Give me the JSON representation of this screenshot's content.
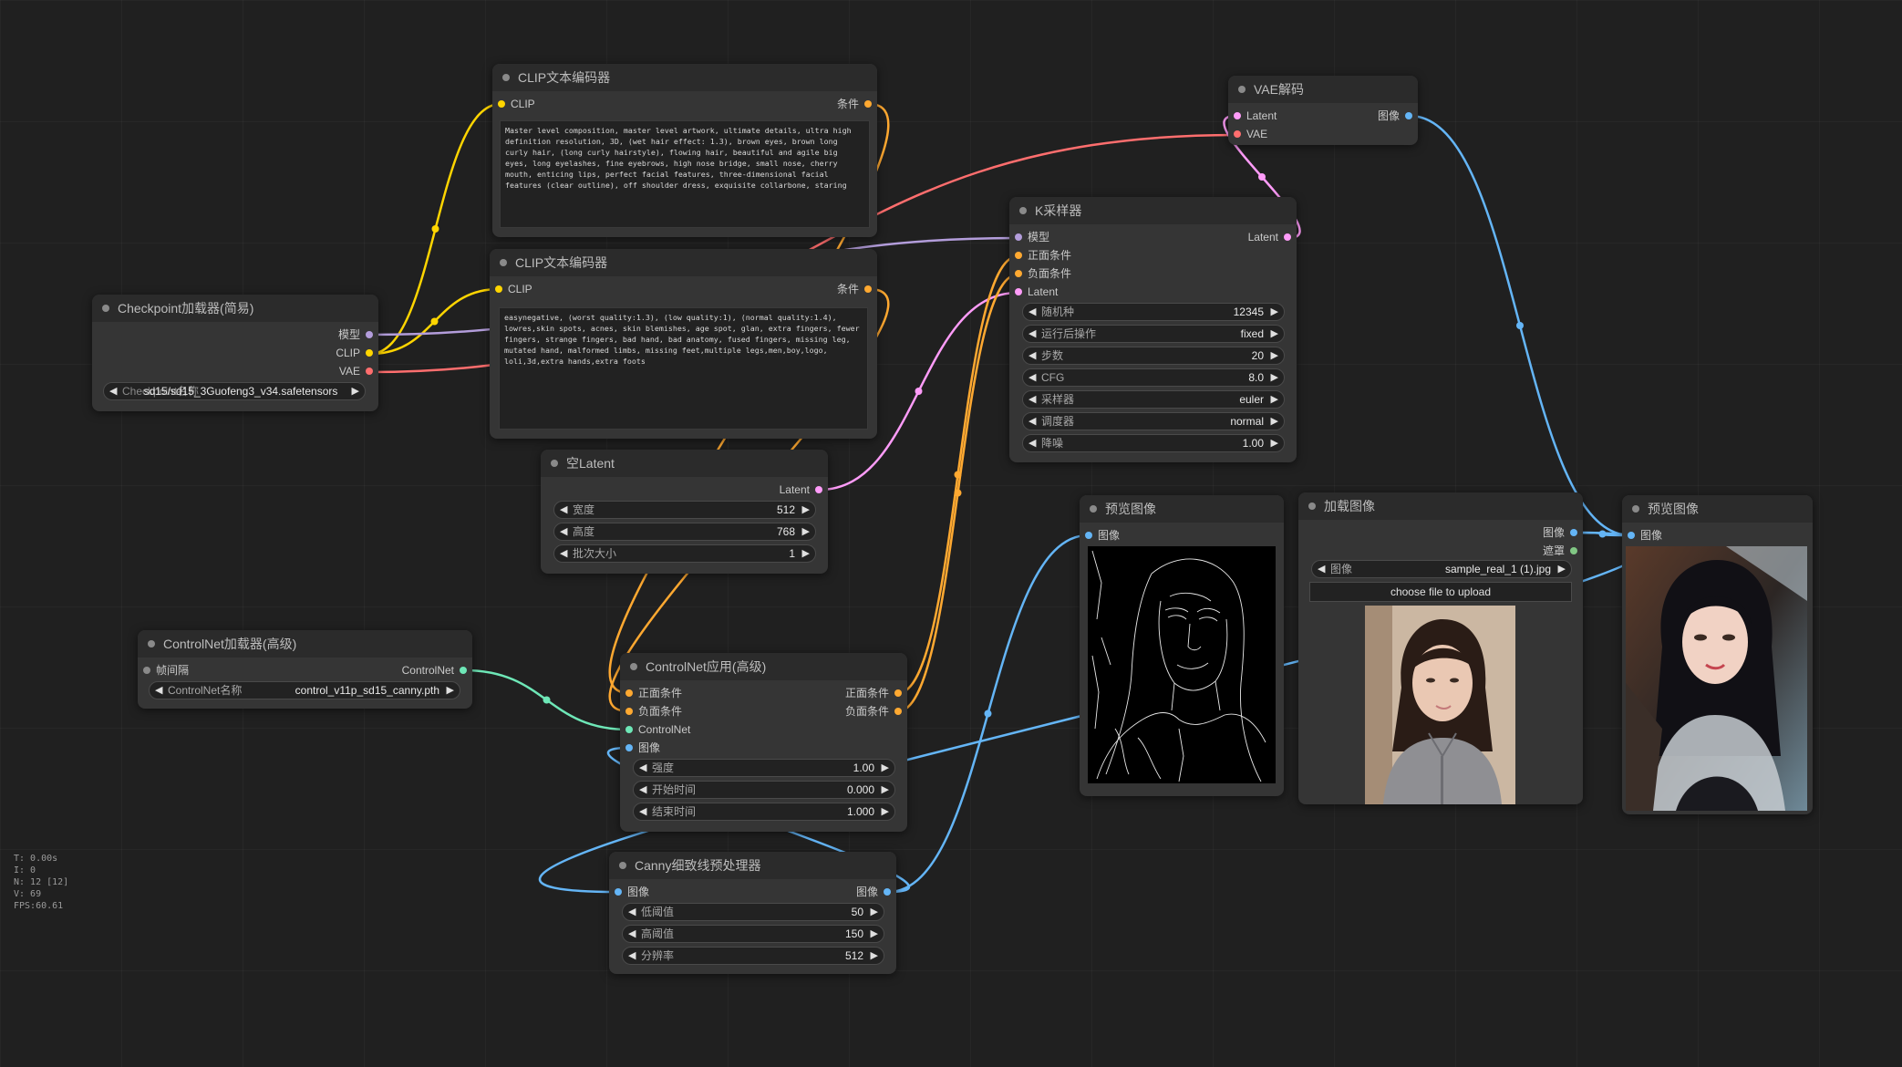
{
  "colors": {
    "model": "#b39ddb",
    "clip": "#ffd500",
    "vae": "#ff6e6e",
    "conditioning": "#ffa931",
    "latent": "#ff9cf9",
    "image": "#64b5f6",
    "mask": "#81c784",
    "controlnet": "#6ee7b7"
  },
  "nodes": {
    "clip_pos": {
      "title": "CLIP文本编码器",
      "in_clip": "CLIP",
      "out_cond": "条件",
      "text": "Master level composition, master level artwork, ultimate details, ultra high definition resolution, 3D, (wet hair effect: 1.3), brown eyes, brown long curly hair, (long curly hairstyle), flowing hair, beautiful and agile big eyes, long eyelashes, fine eyebrows, high nose bridge, small nose, cherry mouth, enticing lips, perfect facial features, three-dimensional facial features (clear outline), off shoulder dress, exquisite collarbone, staring"
    },
    "clip_neg": {
      "title": "CLIP文本编码器",
      "in_clip": "CLIP",
      "out_cond": "条件",
      "text": "easynegative, (worst quality:1.3), (low quality:1), (normal quality:1.4), lowres,skin spots, acnes, skin blemishes, age spot, glan, extra fingers, fewer fingers, strange fingers, bad hand, bad anatomy, fused fingers, missing leg, mutated hand, malformed limbs, missing feet,multiple legs,men,boy,logo, loli,3d,extra hands,extra foots"
    },
    "checkpoint": {
      "title": "Checkpoint加载器(简易)",
      "out_model": "模型",
      "out_clip": "CLIP",
      "out_vae": "VAE",
      "ckpt_label": "Checkpoint名称",
      "ckpt_value": "sd15/sd15_3Guofeng3_v34.safetensors"
    },
    "empty_latent": {
      "title": "空Latent",
      "out_latent": "Latent",
      "width_label": "宽度",
      "width_value": "512",
      "height_label": "高度",
      "height_value": "768",
      "batch_label": "批次大小",
      "batch_value": "1"
    },
    "vae_decode": {
      "title": "VAE解码",
      "in_latent": "Latent",
      "in_vae": "VAE",
      "out_image": "图像"
    },
    "ksampler": {
      "title": "K采样器",
      "in_model": "模型",
      "in_pos": "正面条件",
      "in_neg": "负面条件",
      "in_latent": "Latent",
      "out_latent": "Latent",
      "widgets": [
        {
          "label": "随机种",
          "value": "12345"
        },
        {
          "label": "运行后操作",
          "value": "fixed"
        },
        {
          "label": "步数",
          "value": "20"
        },
        {
          "label": "CFG",
          "value": "8.0"
        },
        {
          "label": "采样器",
          "value": "euler"
        },
        {
          "label": "调度器",
          "value": "normal"
        },
        {
          "label": "降噪",
          "value": "1.00"
        }
      ]
    },
    "controlnet_loader": {
      "title": "ControlNet加载器(高级)",
      "in_timestep": "帧间隔",
      "out_controlnet": "ControlNet",
      "name_label": "ControlNet名称",
      "name_value": "control_v11p_sd15_canny.pth"
    },
    "controlnet_apply": {
      "title": "ControlNet应用(高级)",
      "in_pos": "正面条件",
      "in_neg": "负面条件",
      "in_controlnet": "ControlNet",
      "in_image": "图像",
      "out_pos": "正面条件",
      "out_neg": "负面条件",
      "strength_label": "强度",
      "strength_value": "1.00",
      "start_label": "开始时间",
      "start_value": "0.000",
      "end_label": "结束时间",
      "end_value": "1.000"
    },
    "canny": {
      "title": "Canny细致线预处理器",
      "in_image": "图像",
      "out_image": "图像",
      "low_label": "低阈值",
      "low_value": "50",
      "high_label": "高阈值",
      "high_value": "150",
      "res_label": "分辨率",
      "res_value": "512"
    },
    "preview1": {
      "title": "预览图像",
      "in_image": "图像"
    },
    "load_image": {
      "title": "加载图像",
      "out_image": "图像",
      "out_mask": "遮罩",
      "image_label": "图像",
      "image_value": "sample_real_1 (1).jpg",
      "upload_label": "choose file to upload"
    },
    "preview2": {
      "title": "预览图像",
      "in_image": "图像"
    }
  },
  "stats": {
    "t": "T: 0.00s",
    "i": "I: 0",
    "n": "N: 12 [12]",
    "v": "V: 69",
    "fps": "FPS:60.61"
  }
}
